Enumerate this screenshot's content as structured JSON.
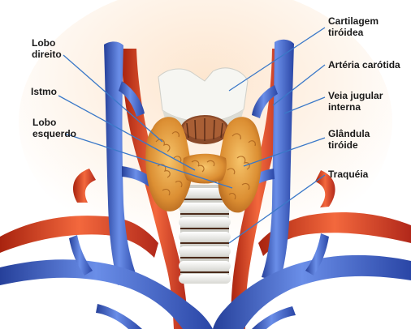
{
  "labels_left": {
    "lobo_direito": [
      "Lobo",
      "direito"
    ],
    "istmo": [
      "Istmo"
    ],
    "lobo_esquerdo": [
      "Lobo",
      "esquerdo"
    ]
  },
  "labels_right": {
    "cartilagem": [
      "Cartilagem",
      "tiróidea"
    ],
    "arteria": [
      "Artéria carótida"
    ],
    "veia": [
      "Veia jugular",
      "interna"
    ],
    "glandula": [
      "Glândula",
      "tiróide"
    ],
    "traqueia": [
      "Traquéia"
    ]
  },
  "colors": {
    "vein": "#2f4fb0",
    "vein_light": "#5b7fe0",
    "artery": "#c8301c",
    "artery_light": "#f0623a",
    "thyroid": "#d98a2e",
    "thyroid_light": "#f2b85a",
    "cartilage": "#f3f3f0",
    "leader_line": "#3a78c8",
    "background_glow": "#fbe3c9"
  }
}
